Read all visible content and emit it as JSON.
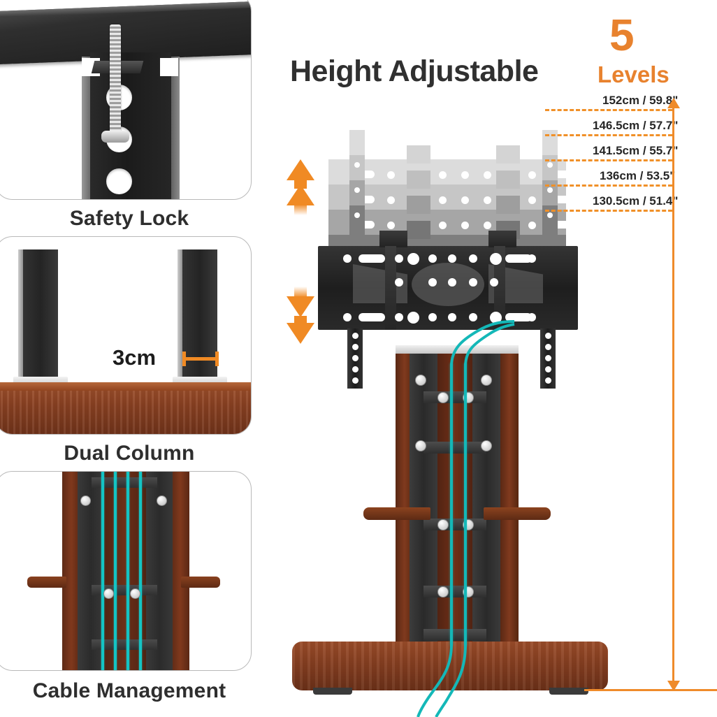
{
  "headline": {
    "title": "Height Adjustable",
    "level_count": "5",
    "level_word": "Levels"
  },
  "height_levels": [
    {
      "label": "152cm / 59.8\"",
      "cm": 152,
      "inch": 59.8
    },
    {
      "label": "146.5cm / 57.7\"",
      "cm": 146.5,
      "inch": 57.7
    },
    {
      "label": "141.5cm / 55.7\"",
      "cm": 141.5,
      "inch": 55.7
    },
    {
      "label": "136cm / 53.5\"",
      "cm": 136,
      "inch": 53.5
    },
    {
      "label": "130.5cm / 51.4\"",
      "cm": 130.5,
      "inch": 51.4
    }
  ],
  "features": [
    {
      "caption": "Safety Lock"
    },
    {
      "caption": "Dual Column",
      "dimension": "3cm"
    },
    {
      "caption": "Cable Management"
    }
  ],
  "colors": {
    "accent_orange": "#e8822e",
    "dash_orange": "#f09028",
    "cable_teal": "#14b8b8",
    "wood_brown": "#8a4122",
    "metal_dark": "#2a2a2a",
    "text_dark": "#303030"
  },
  "icons": {
    "arrow_up": "arrow-up-double-icon",
    "arrow_down": "arrow-down-double-icon"
  }
}
